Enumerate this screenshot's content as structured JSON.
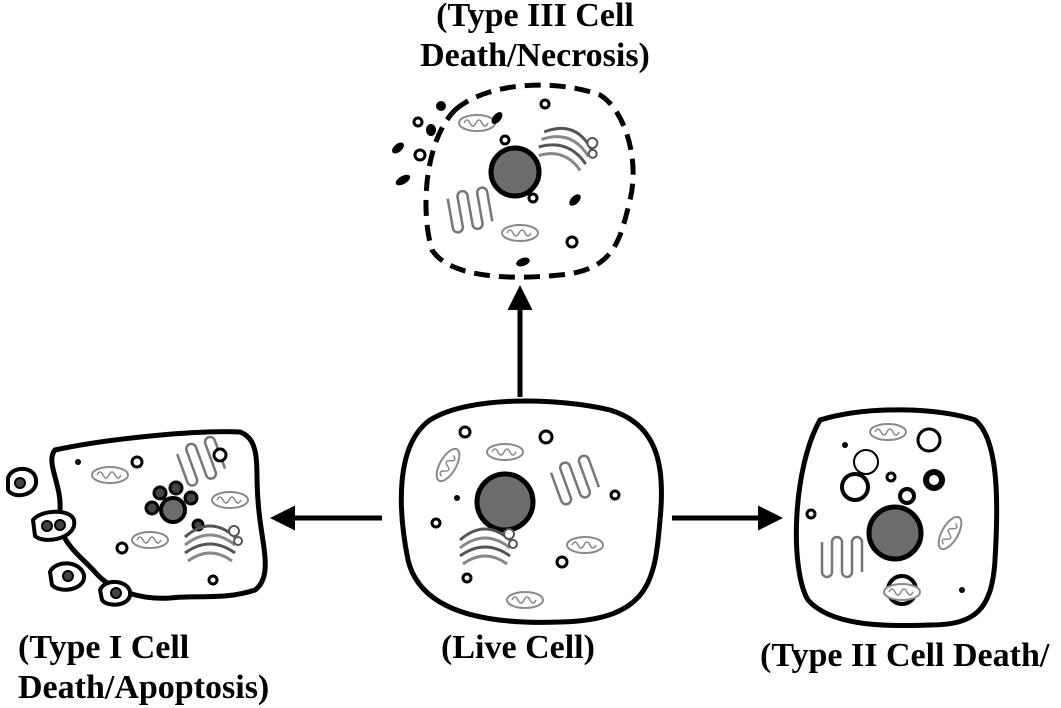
{
  "labels": {
    "necrosis": [
      "(Type III Cell",
      "Death/Necrosis)"
    ],
    "live": "(Live Cell)",
    "apoptosis": [
      "(Type I Cell",
      "Death/Apoptosis)"
    ],
    "autophagy": "(Type II Cell Death/"
  },
  "colors": {
    "outline": "#000000",
    "nucleus": "#6e6b6b",
    "organelle": "#8a8a8a",
    "background": "#ffffff"
  }
}
